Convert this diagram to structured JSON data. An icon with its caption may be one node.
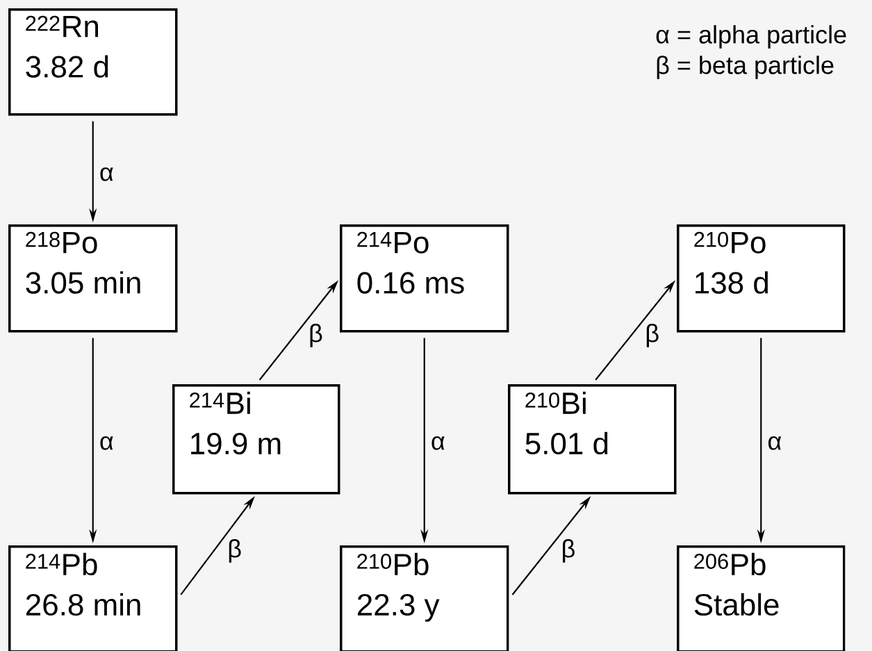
{
  "diagram": {
    "nodes": [
      {
        "text": [
          "$^{222}$Rn",
          "3.82 d"
        ]
      },
      {
        "text": [
          "$^{218}$Po",
          "3.05 min"
        ]
      },
      {
        "text": [
          "$^{214}$Po",
          "0.16 ms"
        ]
      },
      {
        "text": [
          "$^{210}$Po",
          "138 d"
        ]
      },
      {
        "text": [
          "$^{214}$Bi",
          "19.9 m"
        ]
      },
      {
        "text": [
          "$^{210}$Bi",
          "5.01 d"
        ]
      },
      {
        "text": [
          "$^{214}$Pb",
          "26.8 min"
        ]
      },
      {
        "text": [
          "$^{210}$Pb",
          "22.3 y"
        ]
      },
      {
        "text": [
          "$^{206}$Pb",
          "Stable"
        ]
      }
    ],
    "edges": [
      {
        "from": 0,
        "to": 1,
        "arrow": "to",
        "label": "α"
      },
      {
        "from": 1,
        "to": 6,
        "arrow": "to",
        "label": "α"
      },
      {
        "from": 6,
        "to": 4,
        "arrow": "to",
        "label": "β"
      },
      {
        "from": 4,
        "to": 2,
        "arrow": "to",
        "label": "β"
      },
      {
        "from": 2,
        "to": 7,
        "arrow": "to",
        "label": "α"
      },
      {
        "from": 7,
        "to": 5,
        "arrow": "to",
        "label": "β"
      },
      {
        "from": 5,
        "to": 3,
        "arrow": "to",
        "label": "β"
      },
      {
        "from": 3,
        "to": 8,
        "arrow": "to",
        "label": "α"
      }
    ],
    "labels": [
      "α = alpha particle",
      "β = beta particle"
    ]
  }
}
